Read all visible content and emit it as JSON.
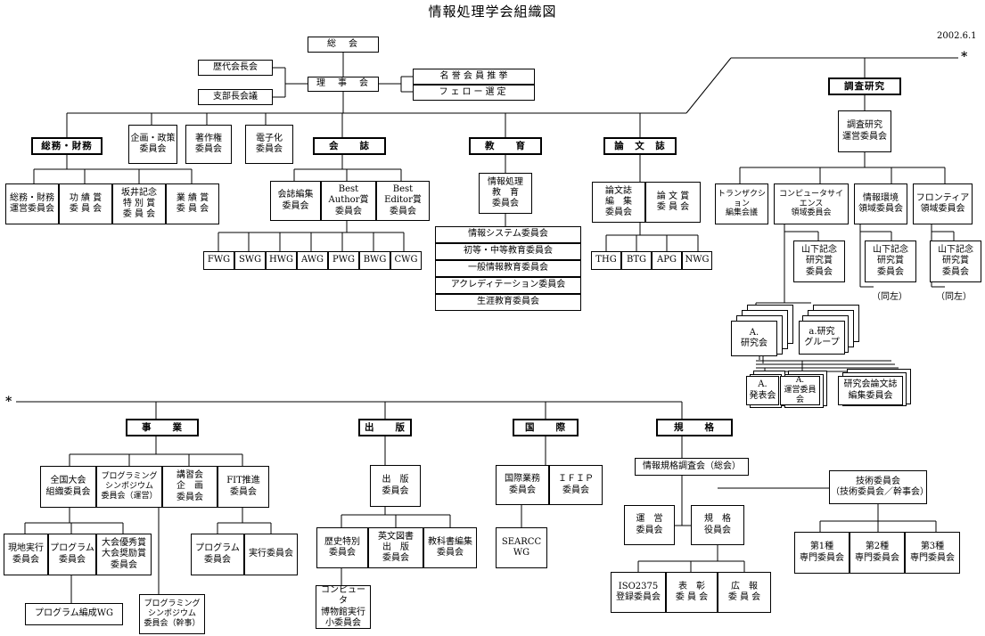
{
  "title": "情報処理学会組織図",
  "date": "2002.6.1",
  "star_mark": "*",
  "top": {
    "general_meeting": "総　会",
    "board": "理　事　会",
    "past_presidents": "歴代会長会",
    "branch_heads": "支部長会議",
    "honorary": "名 誉 会 員 推 挙",
    "fellow": "フェロー選定"
  },
  "top_committees": {
    "planning": "企画・政策\n委員会",
    "copyright": "著作権\n委員会",
    "digitize": "電子化\n委員会"
  },
  "general_affairs": {
    "header": "総務・財務",
    "items": [
      "総務・財務\n運営委員会",
      "功 績 賞\n委 員 会",
      "坂井記念\n特 別 賞\n委 員 会",
      "業 績 賞\n委 員 会"
    ]
  },
  "journal": {
    "header": "会　　誌",
    "items": [
      "会誌編集\n委員会",
      "Best\nAuthor賞\n委員会",
      "Best\nEditor賞\n委員会"
    ],
    "wgs": [
      "FWG",
      "SWG",
      "HWG",
      "AWG",
      "PWG",
      "BWG",
      "CWG"
    ]
  },
  "education": {
    "header": "教　　育",
    "main": "情報処理\n教　育\n委員会",
    "items": [
      "情報システム委員会",
      "初等・中等教育委員会",
      "一般情報教育委員会",
      "アクレディテーション委員会",
      "生涯教育委員会"
    ]
  },
  "papers": {
    "header": "論　文　誌",
    "items": [
      "論文誌\n編　集\n委員会",
      "論 文 賞\n委 員 会"
    ],
    "wgs": [
      "THG",
      "BTG",
      "APG",
      "NWG"
    ]
  },
  "research": {
    "header": "調査研究",
    "steering": "調査研究\n運営委員会",
    "transaction": "トランザクション\n編集会議",
    "cs_domain": "コンピュータサイエンス\n領域委員会",
    "env_domain": "情報環境\n領域委員会",
    "frontier_domain": "フロンティア\n領域委員会",
    "yamashita": "山下記念\n研究賞\n委員会",
    "same_left": "（同左）",
    "sig": "A.\n研究会",
    "group": "a.研究\nグループ",
    "presentation": "A.\n発表会",
    "operations": "A.\n運営委員会",
    "sig_journal": "研究会論文誌\n編集委員会"
  },
  "events": {
    "header": "事　　業",
    "items": [
      "全国大会\n組織委員会",
      "プログラミング\nシンポジウム\n委員会（運営）",
      "講習会\n企　画\n委員会",
      "FIT推進\n委員会"
    ],
    "national_sub": [
      "現地実行\n委員会",
      "プログラム\n委員会",
      "大会優秀賞\n大会奨励賞\n委員会"
    ],
    "program_wg": "プログラム編成WG",
    "symposium_exec": "プログラミング\nシンポジウム\n委員会（幹事）",
    "fit_sub": [
      "プログラム\n委員会",
      "実行委員会"
    ]
  },
  "publishing": {
    "header": "出　　版",
    "main": "出　版\n委員会",
    "items": [
      "歴史特別\n委員会",
      "英文図書\n出　版\n委員会",
      "教科書編集\n委員会"
    ],
    "museum": "コンピュータ\n博物館実行\n小委員会"
  },
  "international": {
    "header": "国　　際",
    "items": [
      "国際業務\n委員会",
      "ＩＦＩＰ\n委員会"
    ],
    "searcc": "SEARCC\nWG"
  },
  "standards": {
    "header": "規　　格",
    "council": "情報規格調査会（総会）",
    "operations": "運　営\n委員会",
    "officers": "規　格\n役員会",
    "tech": "技術委員会\n（技術委員会／幹事会）",
    "tech_items": [
      "第1種\n専門委員会",
      "第2種\n専門委員会",
      "第3種\n専門委員会"
    ],
    "sub_items": [
      "ISO2375\n登録委員会",
      "表　彰\n委 員 会",
      "広　報\n委 員 会"
    ]
  }
}
